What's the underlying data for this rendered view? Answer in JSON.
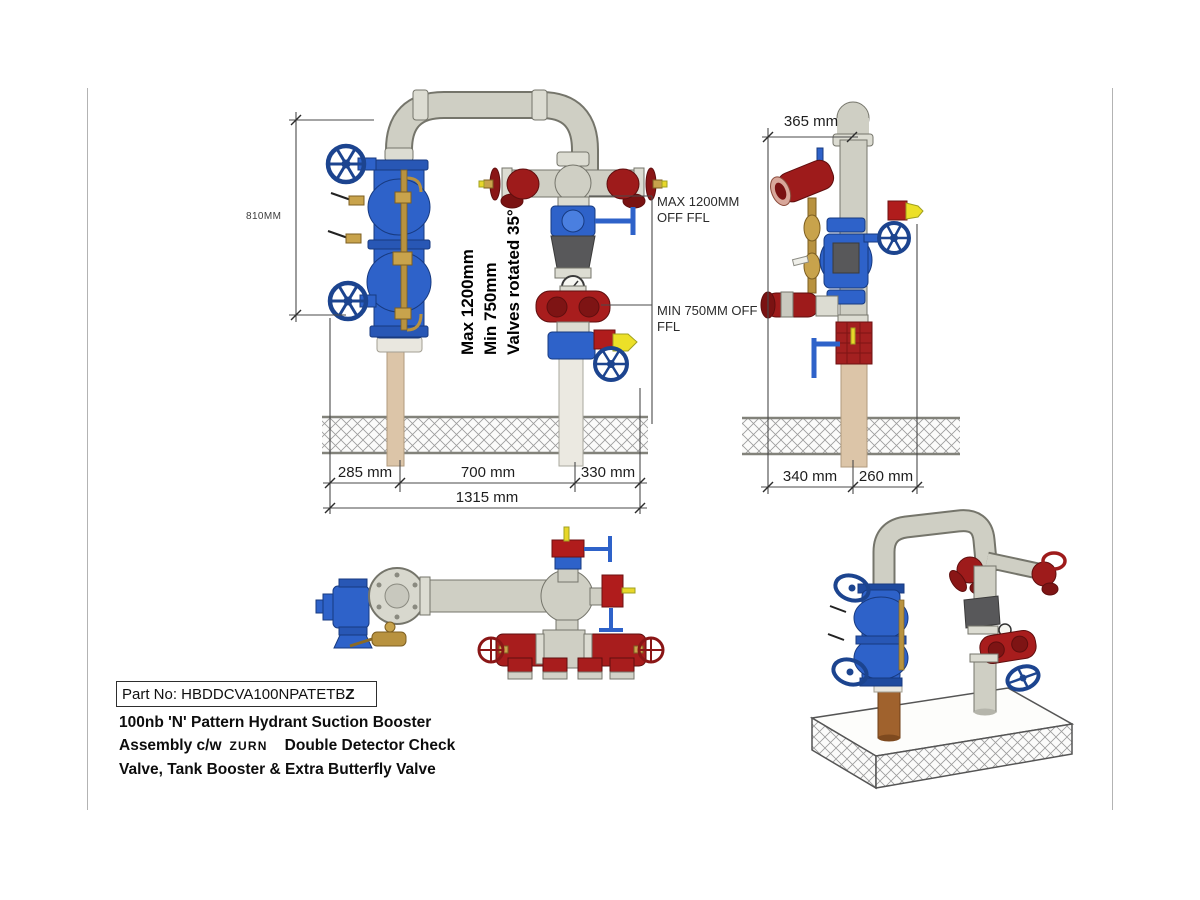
{
  "part_block": {
    "part_no_prefix": "Part No: HBDDCVA100NPATETB",
    "part_no_suffix": "Z",
    "desc_line1": "100nb 'N' Pattern Hydrant Suction Booster",
    "desc_line2_pre": "Assembly c/w",
    "desc_line2_brand": "ZURN",
    "desc_line2_post": "Double Detector Check",
    "desc_line3": "Valve, Tank Booster & Extra Butterfly Valve"
  },
  "front_view": {
    "height_dim": "810MM",
    "dim_285": "285 mm",
    "dim_700": "700 mm",
    "dim_330": "330 mm",
    "dim_total": "1315 mm",
    "note_max": "MAX 1200MM OFF FFL",
    "note_min": "MIN 750MM OFF FFL",
    "rotated_note": {
      "line1": "Max 1200mm",
      "line2": "Min 750mm",
      "line3": "Valves rotated 35°"
    }
  },
  "side_view": {
    "dim_365": "365 mm",
    "dim_340": "340 mm",
    "dim_260": "260 mm"
  },
  "colors": {
    "pipe_gray": "#cfcfc4",
    "coupling_gray": "#dcdcd2",
    "valve_blue": "#2e62c9",
    "wheel_blue": "#1c448f",
    "valve_red": "#9e1b1b",
    "bright_red": "#b01c1c",
    "brass": "#b8923f",
    "tan_pipe": "#dcc5a8",
    "brown_pipe": "#a0622d",
    "white_pipe": "#ebe9e1",
    "dark_section": "#58585a",
    "safety_yellow": "#ece028",
    "hatch_line": "#9b9b9b"
  }
}
